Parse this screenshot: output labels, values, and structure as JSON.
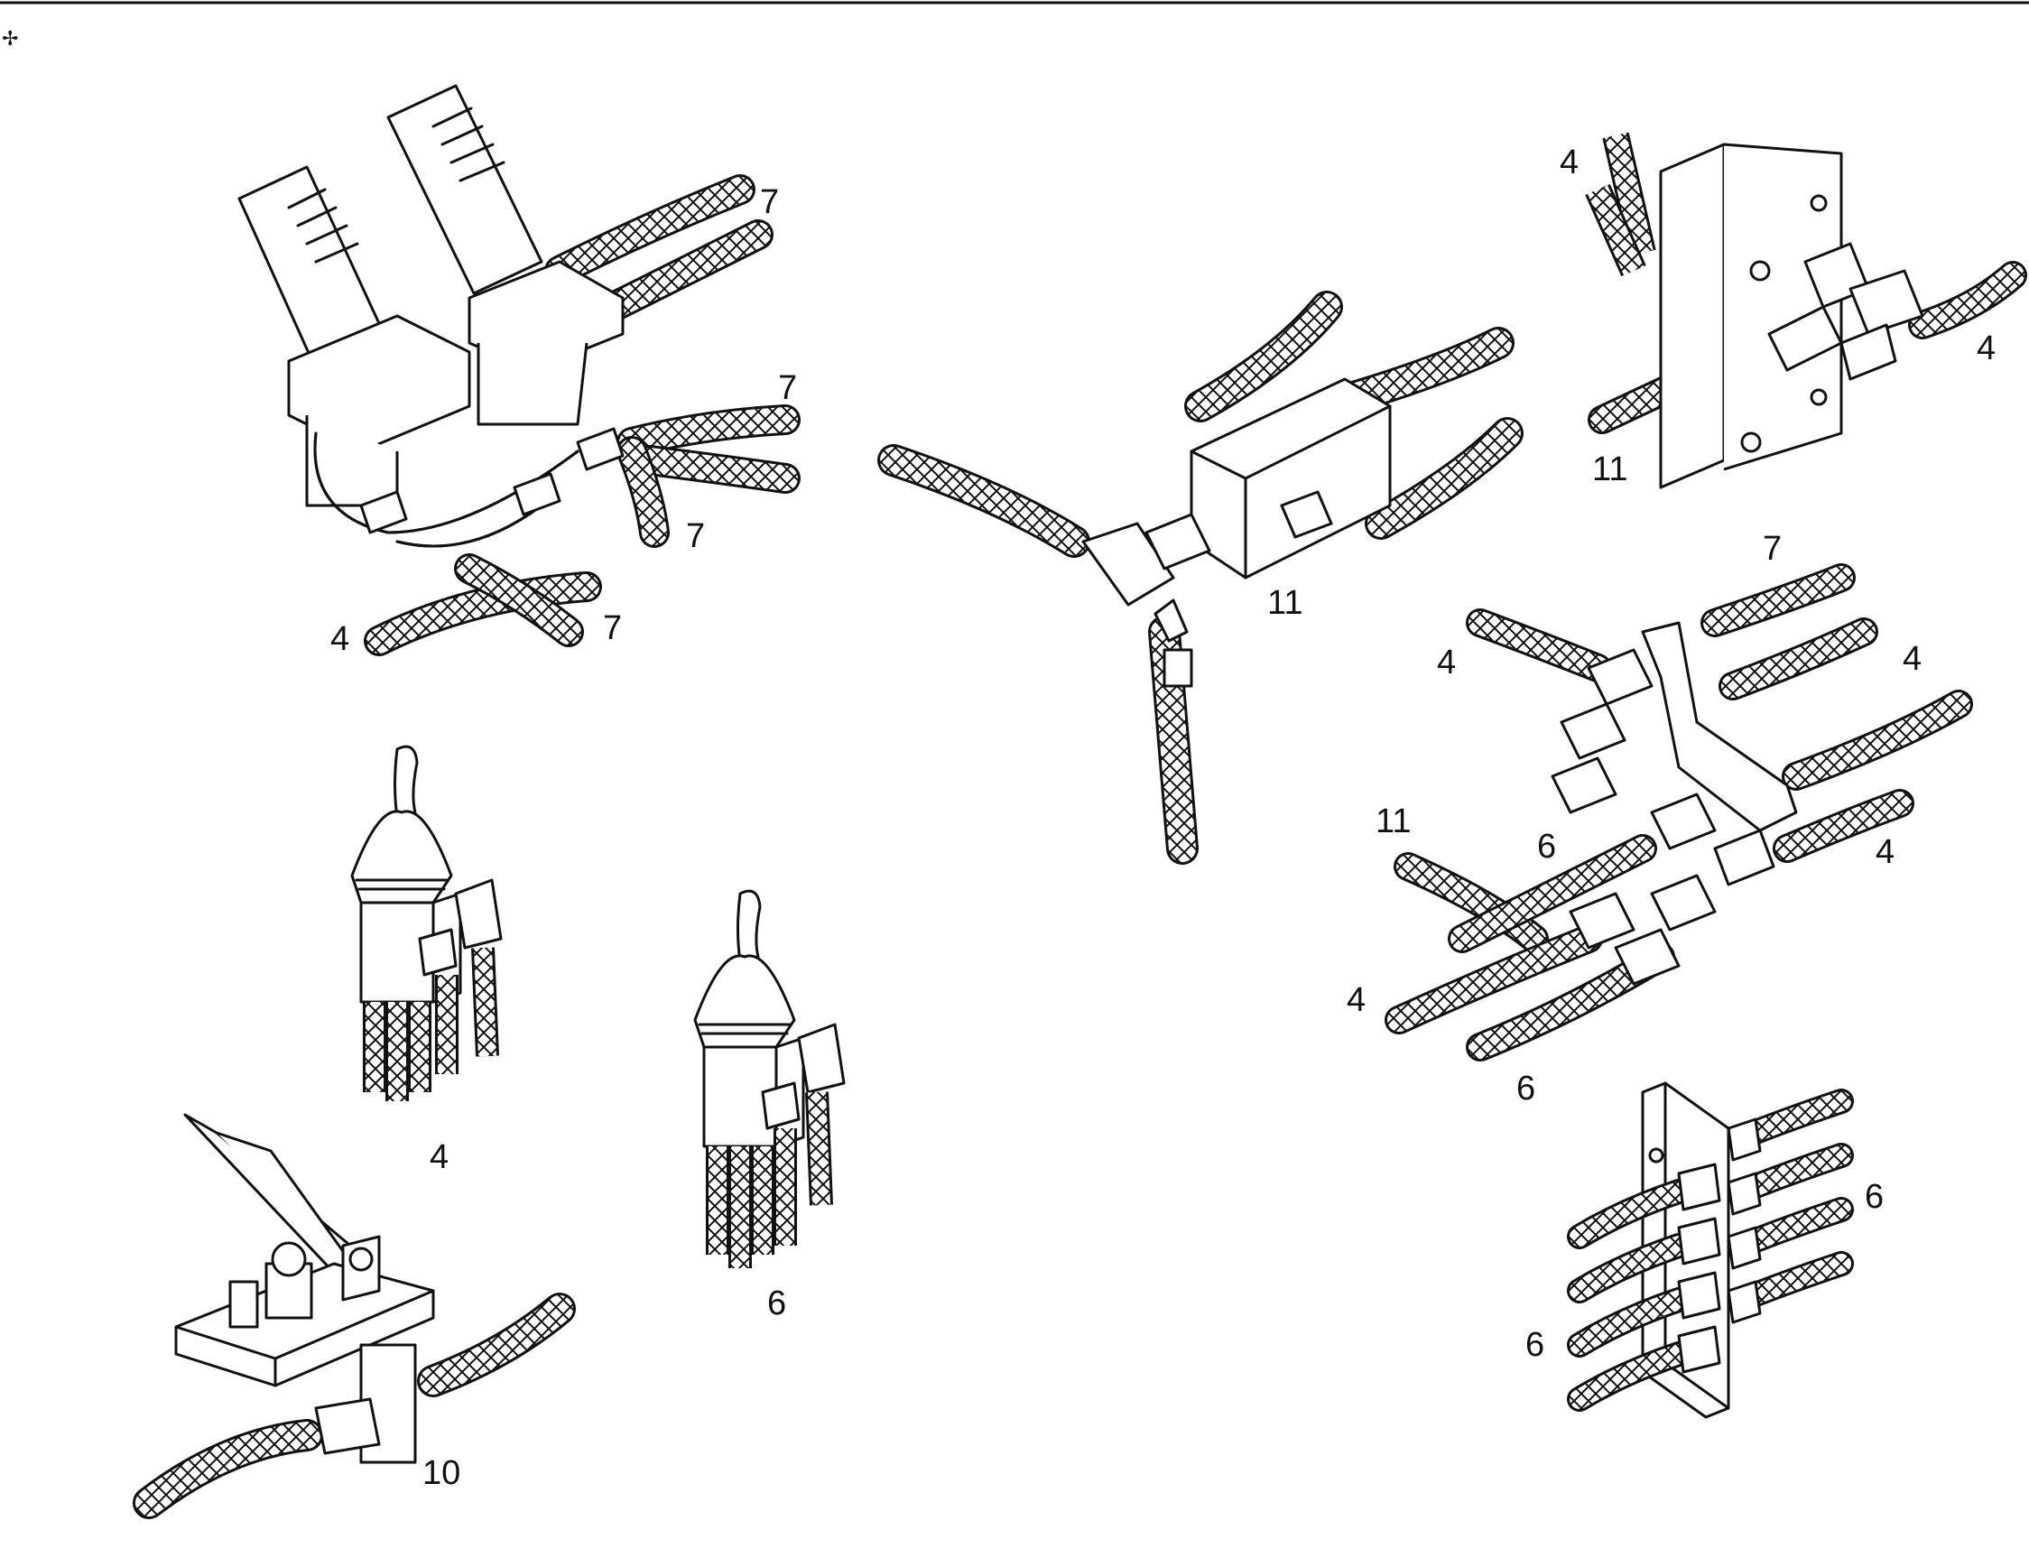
{
  "diagram": {
    "callouts": [
      {
        "id": "pedal-valve-top-7a",
        "text": "7"
      },
      {
        "id": "pedal-valve-top-7b",
        "text": "7"
      },
      {
        "id": "pedal-valve-top-7c",
        "text": "7"
      },
      {
        "id": "pedal-valve-top-7d",
        "text": "7"
      },
      {
        "id": "pedal-valve-top-4",
        "text": "4"
      },
      {
        "id": "tee-block-11",
        "text": "11"
      },
      {
        "id": "bracket-top-4a",
        "text": "4"
      },
      {
        "id": "bracket-top-4b",
        "text": "4"
      },
      {
        "id": "bracket-top-11",
        "text": "11"
      },
      {
        "id": "manifold-7",
        "text": "7"
      },
      {
        "id": "manifold-4a",
        "text": "4"
      },
      {
        "id": "manifold-4b",
        "text": "4"
      },
      {
        "id": "manifold-11",
        "text": "11"
      },
      {
        "id": "manifold-6a",
        "text": "6"
      },
      {
        "id": "manifold-4c",
        "text": "4"
      },
      {
        "id": "manifold-4d",
        "text": "4"
      },
      {
        "id": "manifold-6b",
        "text": "6"
      },
      {
        "id": "joystick-left-4",
        "text": "4"
      },
      {
        "id": "joystick-right-6",
        "text": "6"
      },
      {
        "id": "foot-pedal-10",
        "text": "10"
      },
      {
        "id": "bulkhead-6a",
        "text": "6"
      },
      {
        "id": "bulkhead-6b",
        "text": "6"
      }
    ]
  }
}
